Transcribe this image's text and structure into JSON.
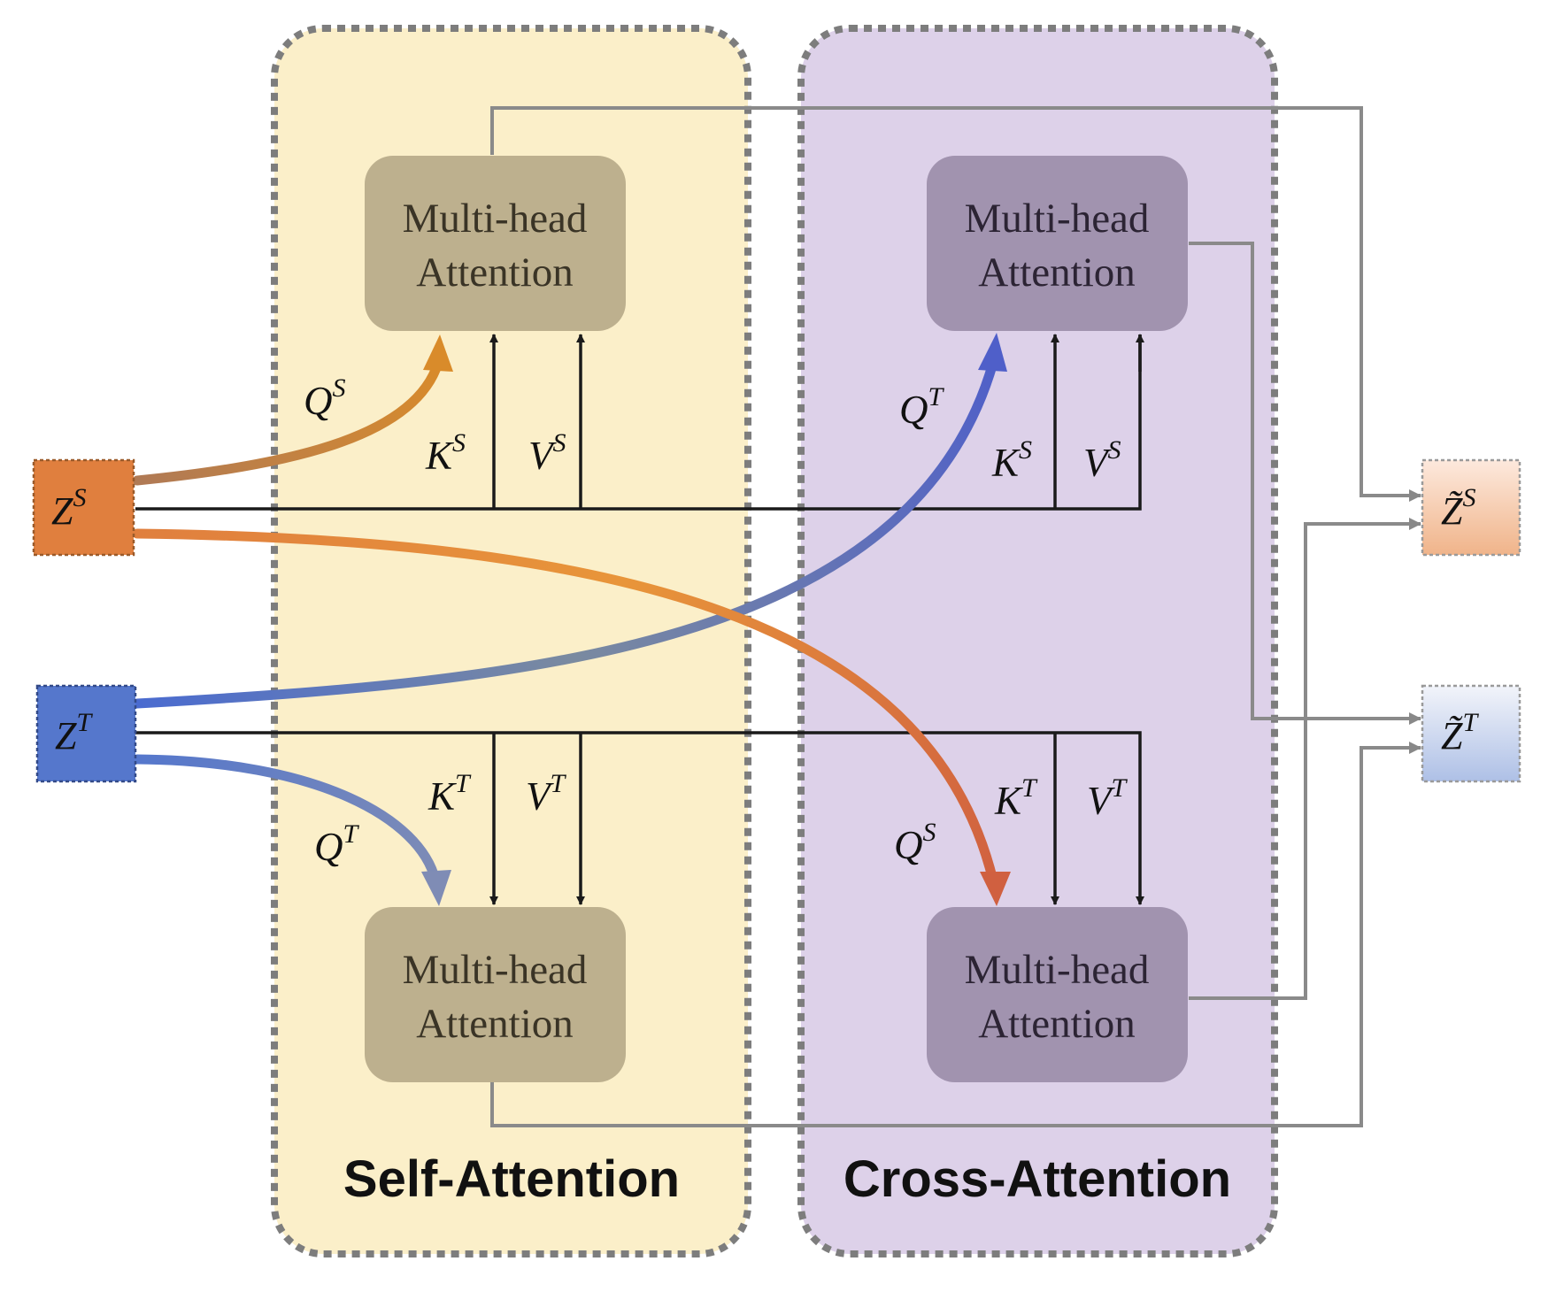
{
  "sections": {
    "self": {
      "title": "Self-Attention",
      "fill": "#fbefc9"
    },
    "cross": {
      "title": "Cross-Attention",
      "fill": "#ddd1e9"
    }
  },
  "blocks": {
    "line1": "Multi-head",
    "line2": "Attention",
    "self_fill": "#bdb08e",
    "cross_fill": "#a193af"
  },
  "inputs": {
    "zs": {
      "base": "Z",
      "sup": "S",
      "fill": "#e07f3e"
    },
    "zt": {
      "base": "Z",
      "sup": "T",
      "fill": "#5577cc"
    }
  },
  "outputs": {
    "zs": {
      "base": "Z̃",
      "sup": "S"
    },
    "zt": {
      "base": "Z̃",
      "sup": "T"
    }
  },
  "flow_labels": {
    "self_top": {
      "q": [
        "Q",
        "S"
      ],
      "k": [
        "K",
        "S"
      ],
      "v": [
        "V",
        "S"
      ]
    },
    "cross_top": {
      "q": [
        "Q",
        "T"
      ],
      "k": [
        "K",
        "S"
      ],
      "v": [
        "V",
        "S"
      ]
    },
    "self_bottom": {
      "q": [
        "Q",
        "T"
      ],
      "k": [
        "K",
        "T"
      ],
      "v": [
        "V",
        "T"
      ]
    },
    "cross_bottom": {
      "q": [
        "Q",
        "S"
      ],
      "k": [
        "K",
        "T"
      ],
      "v": [
        "V",
        "T"
      ]
    }
  }
}
